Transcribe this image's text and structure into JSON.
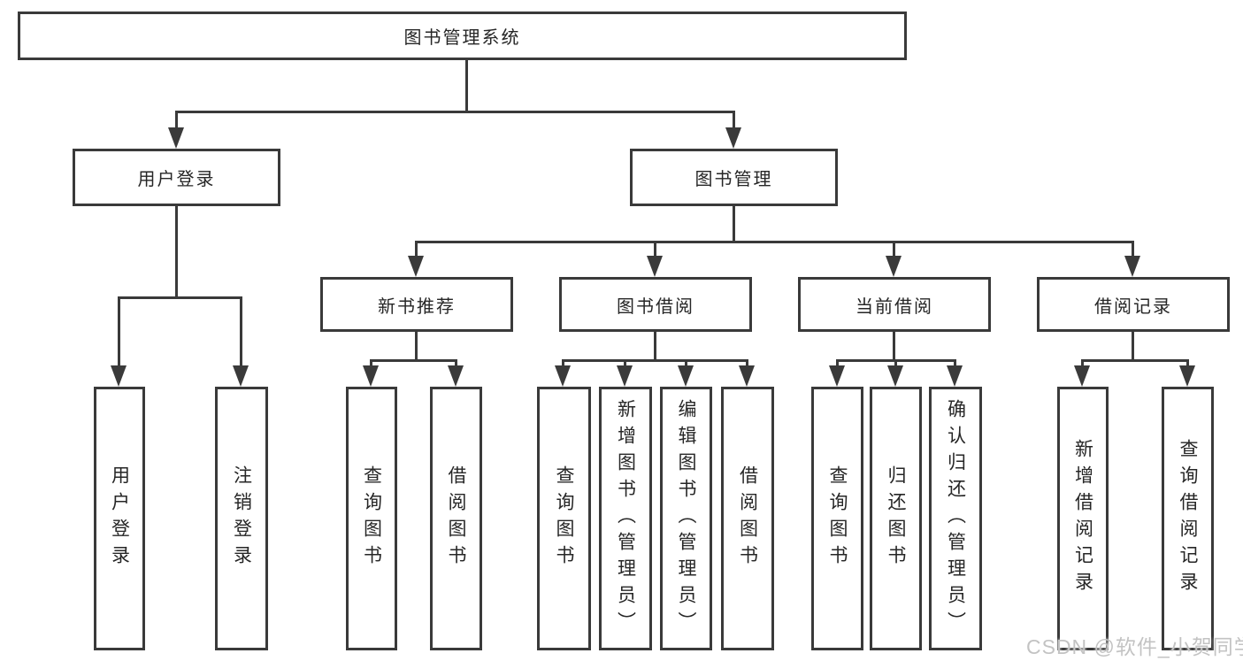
{
  "nodes": {
    "root": "图书管理系统",
    "user_login": "用户登录",
    "book_mgmt": "图书管理",
    "new_books": "新书推荐",
    "book_borrow": "图书借阅",
    "current_borrow": "当前借阅",
    "borrow_records": "借阅记录",
    "leaf_user_login": "用户登录",
    "leaf_logout": "注销登录",
    "leaf_nb_query": "查询图书",
    "leaf_nb_borrow": "借阅图书",
    "leaf_bb_query": "查询图书",
    "leaf_bb_add": "新增图书（管理员）",
    "leaf_bb_edit": "编辑图书（管理员）",
    "leaf_bb_borrow": "借阅图书",
    "leaf_cb_query": "查询图书",
    "leaf_cb_return": "归还图书",
    "leaf_cb_confirm": "确认归还（管理员）",
    "leaf_br_add": "新增借阅记录",
    "leaf_br_query": "查询借阅记录"
  },
  "watermark": "CSDN @软件_小贺同学",
  "colors": {
    "line": "#3a3a3a",
    "text": "#262626",
    "watermark": "#c3c3c3"
  }
}
